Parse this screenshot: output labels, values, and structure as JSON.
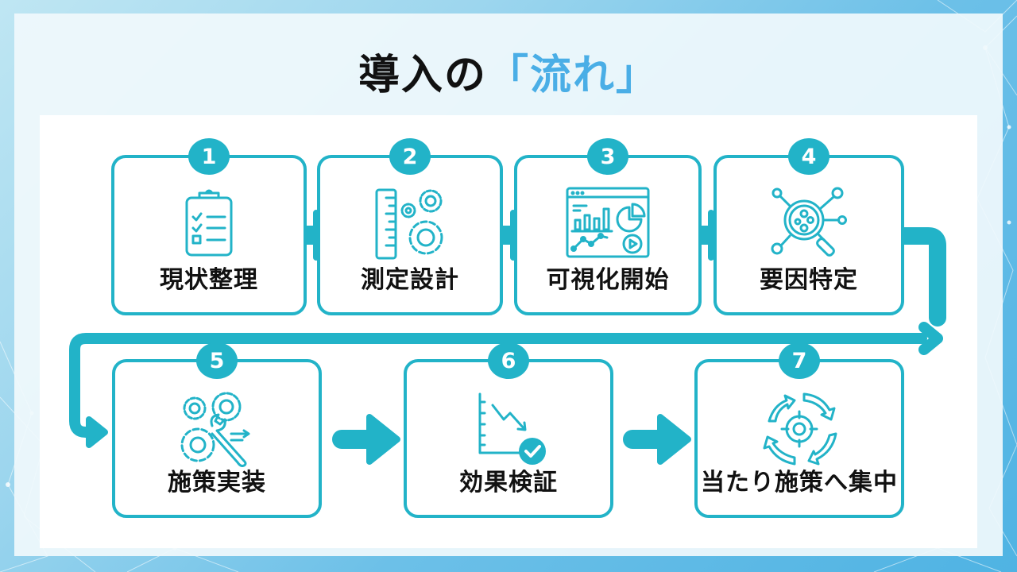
{
  "title": {
    "main": "導入の",
    "accent": "「流れ」"
  },
  "colors": {
    "accent": "#22b3c8",
    "title_accent": "#4aaee6",
    "text": "#111111"
  },
  "steps": [
    {
      "number": "1",
      "label": "現状整理",
      "icon": "clipboard-checklist-icon"
    },
    {
      "number": "2",
      "label": "測定設計",
      "icon": "ruler-gears-icon"
    },
    {
      "number": "3",
      "label": "可視化開始",
      "icon": "dashboard-chart-icon"
    },
    {
      "number": "4",
      "label": "要因特定",
      "icon": "magnifier-network-icon"
    },
    {
      "number": "5",
      "label": "施策実装",
      "icon": "gears-wrench-icon"
    },
    {
      "number": "6",
      "label": "効果検証",
      "icon": "declining-chart-check-icon"
    },
    {
      "number": "7",
      "label": "当たり施策へ集中",
      "icon": "target-cycle-icon"
    }
  ]
}
